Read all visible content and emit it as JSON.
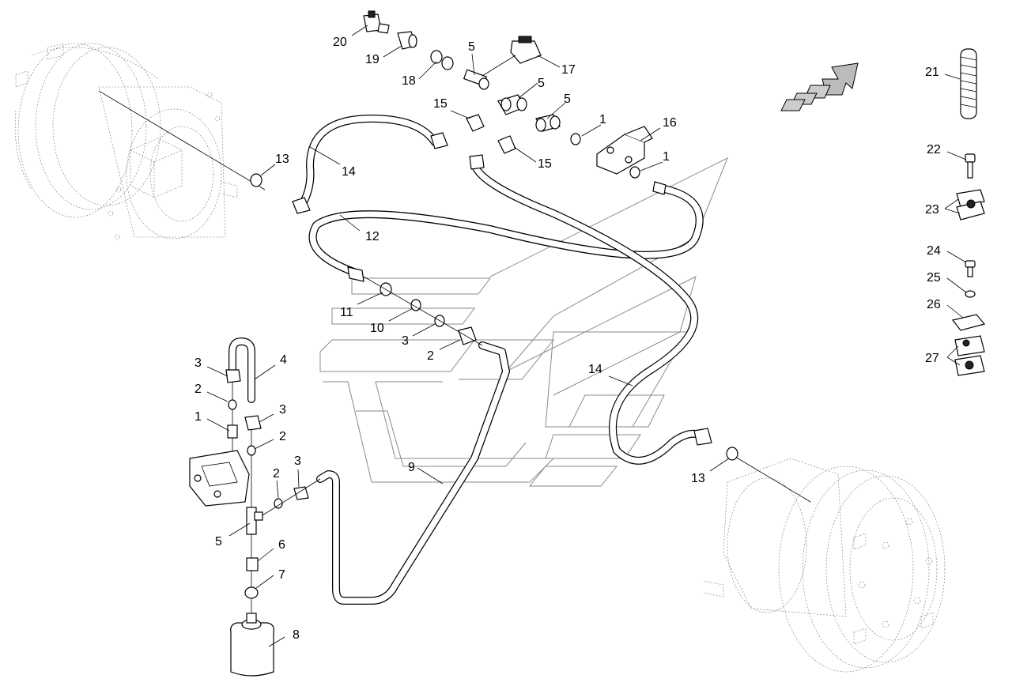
{
  "diagram": {
    "callouts": [
      {
        "id": "c20",
        "text": "20"
      },
      {
        "id": "c19",
        "text": "19"
      },
      {
        "id": "c18",
        "text": "18"
      },
      {
        "id": "c5a",
        "text": "5"
      },
      {
        "id": "c17",
        "text": "17"
      },
      {
        "id": "c5b",
        "text": "5"
      },
      {
        "id": "c15a",
        "text": "15"
      },
      {
        "id": "c5c",
        "text": "5"
      },
      {
        "id": "c1a",
        "text": "1"
      },
      {
        "id": "c16",
        "text": "16"
      },
      {
        "id": "c15b",
        "text": "15"
      },
      {
        "id": "c1b",
        "text": "1"
      },
      {
        "id": "c13a",
        "text": "13"
      },
      {
        "id": "c14a",
        "text": "14"
      },
      {
        "id": "c12",
        "text": "12"
      },
      {
        "id": "c11",
        "text": "11"
      },
      {
        "id": "c10",
        "text": "10"
      },
      {
        "id": "c3a",
        "text": "3"
      },
      {
        "id": "c2a",
        "text": "2"
      },
      {
        "id": "c3b",
        "text": "3"
      },
      {
        "id": "c4",
        "text": "4"
      },
      {
        "id": "c2b",
        "text": "2"
      },
      {
        "id": "c1c",
        "text": "1"
      },
      {
        "id": "c3c",
        "text": "3"
      },
      {
        "id": "c2c",
        "text": "2"
      },
      {
        "id": "c3d",
        "text": "3"
      },
      {
        "id": "c2d",
        "text": "2"
      },
      {
        "id": "c5d",
        "text": "5"
      },
      {
        "id": "c6",
        "text": "6"
      },
      {
        "id": "c7",
        "text": "7"
      },
      {
        "id": "c8",
        "text": "8"
      },
      {
        "id": "c9",
        "text": "9"
      },
      {
        "id": "c14b",
        "text": "14"
      },
      {
        "id": "c13b",
        "text": "13"
      },
      {
        "id": "c21",
        "text": "21"
      },
      {
        "id": "c22",
        "text": "22"
      },
      {
        "id": "c23",
        "text": "23"
      },
      {
        "id": "c24",
        "text": "24"
      },
      {
        "id": "c25",
        "text": "25"
      },
      {
        "id": "c26",
        "text": "26"
      },
      {
        "id": "c27",
        "text": "27"
      }
    ]
  }
}
